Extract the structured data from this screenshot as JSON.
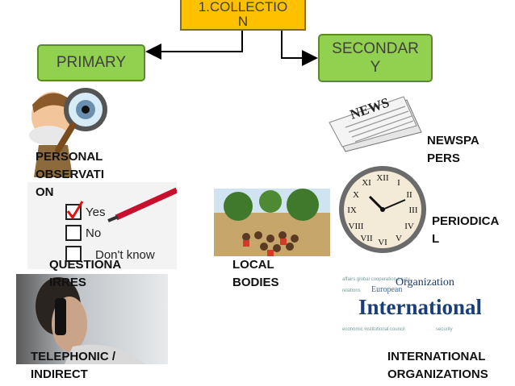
{
  "root": {
    "label": "1.COLLECTIO\nN"
  },
  "branches": {
    "primary": "PRIMARY",
    "secondary": "SECONDAR\nY"
  },
  "primary_items": [
    {
      "label": "PERSONAL\nOBSERVATI\nON",
      "icon": "detective-magnifier-icon"
    },
    {
      "label": "QUESTIONA\nIRRES",
      "icon": "checklist-icon",
      "checklist": [
        "Yes",
        "No",
        "Don't know"
      ]
    },
    {
      "label": "TELEPHONIC /\nINDIRECT",
      "icon": "phone-call-icon"
    }
  ],
  "secondary_items": [
    {
      "label": "NEWSPA\nPERS",
      "icon": "newspaper-icon",
      "masthead": "NEWS"
    },
    {
      "label": "PERIODICA\nL",
      "icon": "clock-icon"
    },
    {
      "label": "LOCAL\nBODIES",
      "icon": "village-meeting-icon"
    },
    {
      "label": "INTERNATIONAL\nORGANIZATIONS",
      "icon": "word-cloud-icon",
      "word_cloud": {
        "main": "International",
        "secondary": "Organization",
        "tertiary": "European"
      }
    }
  ],
  "colors": {
    "root": "#FFC000",
    "branch": "#92D050",
    "connector": "#000000"
  }
}
